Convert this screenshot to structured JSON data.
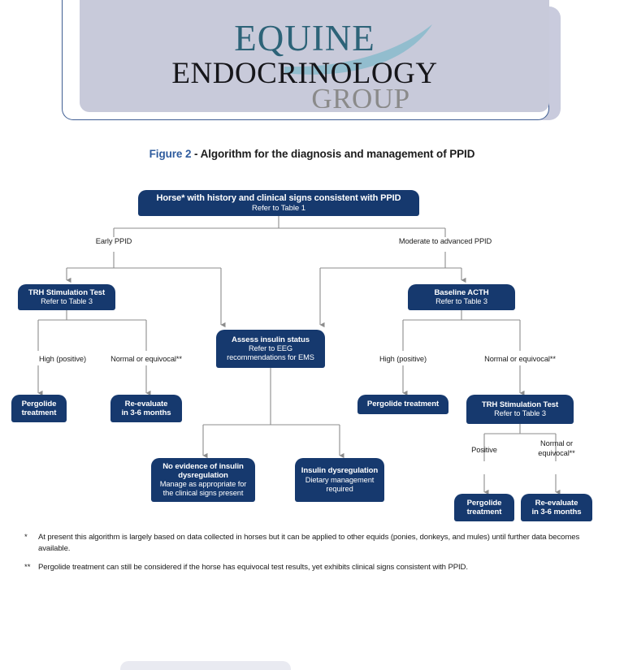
{
  "header": {
    "logo": {
      "line1": "EQUINE",
      "line2": "ENDOCRINOLOGY",
      "line3": "GROUP",
      "colors": {
        "equine": "#2d6378",
        "endocrinology": "#1a1a1a",
        "group": "#8a8a8a",
        "swoosh": "#7fb2c4",
        "panel": "#c8cada",
        "border": "#3f5e93"
      }
    }
  },
  "figure": {
    "number_label": "Figure 2",
    "dash": "-",
    "title": "Algorithm for the diagnosis and management of PPID",
    "accent_color": "#2f5c9e",
    "node_color": "#16396e",
    "connector_color": "#8c8c8c"
  },
  "flowchart": {
    "nodes": [
      {
        "id": "root",
        "line1": "Horse* with history and clinical signs consistent with PPID",
        "line2": "Refer to Table 1"
      },
      {
        "id": "trh-left",
        "line1": "TRH Stimulation Test",
        "line2": "Refer to Table 3"
      },
      {
        "id": "baseline",
        "line1": "Baseline ACTH",
        "line2": "Refer to Table 3"
      },
      {
        "id": "assess",
        "line1": "Assess insulin status",
        "line2": "Refer to EEG\nrecommendations for EMS"
      },
      {
        "id": "perg-left",
        "line1": "Pergolide\ntreatment",
        "line2": ""
      },
      {
        "id": "reeval-left",
        "line1": "Re-evaluate\nin 3-6 months",
        "line2": ""
      },
      {
        "id": "perg-right",
        "line1": "Pergolide treatment",
        "line2": ""
      },
      {
        "id": "trh-right",
        "line1": "TRH Stimulation Test",
        "line2": "Refer to Table 3"
      },
      {
        "id": "no-id",
        "line1": "No evidence of insulin\ndysregulation",
        "line2": "Manage as appropriate for\nthe clinical signs present"
      },
      {
        "id": "id-yes",
        "line1": "Insulin dysregulation",
        "line2": "Dietary management\nrequired"
      },
      {
        "id": "perg-br",
        "line1": "Pergolide\ntreatment",
        "line2": ""
      },
      {
        "id": "reeval-br",
        "line1": "Re-evaluate\nin 3-6 months",
        "line2": ""
      }
    ],
    "edge_labels": [
      {
        "id": "early",
        "text": "Early PPID"
      },
      {
        "id": "moderate",
        "text": "Moderate to advanced PPID"
      },
      {
        "id": "high-left",
        "text": "High (positive)"
      },
      {
        "id": "normal-left",
        "text": "Normal or equivocal**"
      },
      {
        "id": "high-right",
        "text": "High (positive)"
      },
      {
        "id": "normal-right",
        "text": "Normal or equivocal**"
      },
      {
        "id": "positive-br",
        "text": "Positive"
      },
      {
        "id": "normal-br",
        "text": "Normal or\nequivocal**"
      }
    ]
  },
  "footnotes": [
    {
      "mark": "*",
      "text": "At present this algorithm is largely based on data collected in horses but it can be applied to other equids (ponies, donkeys, and mules) until further data becomes available."
    },
    {
      "mark": "**",
      "text": "Pergolide treatment can still be considered if the horse has equivocal test results, yet exhibits clinical signs consistent with PPID."
    }
  ]
}
